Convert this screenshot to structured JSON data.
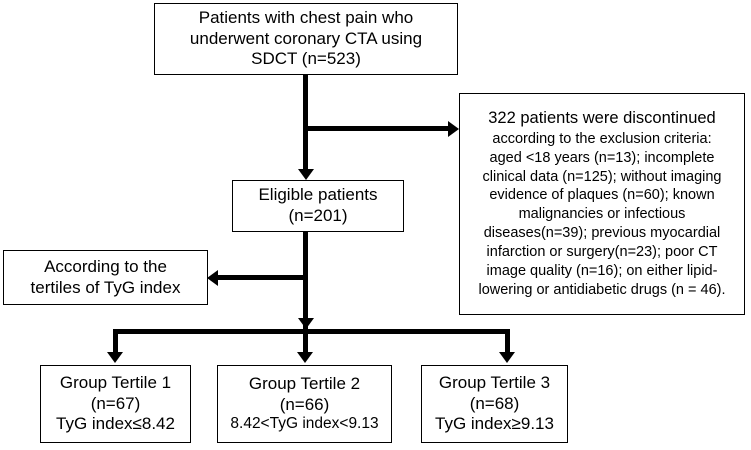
{
  "diagram": {
    "type": "flowchart",
    "title": "Study population flow diagram",
    "nodes": {
      "source": {
        "lines": [
          "Patients with chest pain who",
          "underwent coronary CTA using",
          "SDCT (n=523)"
        ]
      },
      "excluded": {
        "heading": "322 patients were discontinued",
        "lines": [
          "according to the exclusion criteria:",
          "aged <18 years (n=13); incomplete",
          "clinical data (n=125); without imaging",
          "evidence of plaques (n=60); known",
          "malignancies or infectious",
          "diseases(n=39); previous myocardial",
          "infarction or surgery(n=23); poor CT",
          "image quality (n=16); on either lipid-",
          "lowering or antidiabetic drugs (n = 46)."
        ]
      },
      "eligible": {
        "lines": [
          "Eligible patients",
          "(n=201)"
        ]
      },
      "tertiles": {
        "lines": [
          "According to the",
          "tertiles of TyG index"
        ]
      },
      "tertile1": {
        "lines": [
          "Group Tertile 1",
          "(n=67)",
          "TyG index≤8.42"
        ]
      },
      "tertile2": {
        "lines": [
          "Group Tertile 2",
          "(n=66)",
          "8.42<TyG index<9.13"
        ]
      },
      "tertile3": {
        "lines": [
          "Group Tertile 3",
          "(n=68)",
          "TyG index≥9.13"
        ]
      }
    },
    "colors": {
      "background": "#ffffff",
      "stroke": "#000000",
      "text": "#000000"
    }
  }
}
